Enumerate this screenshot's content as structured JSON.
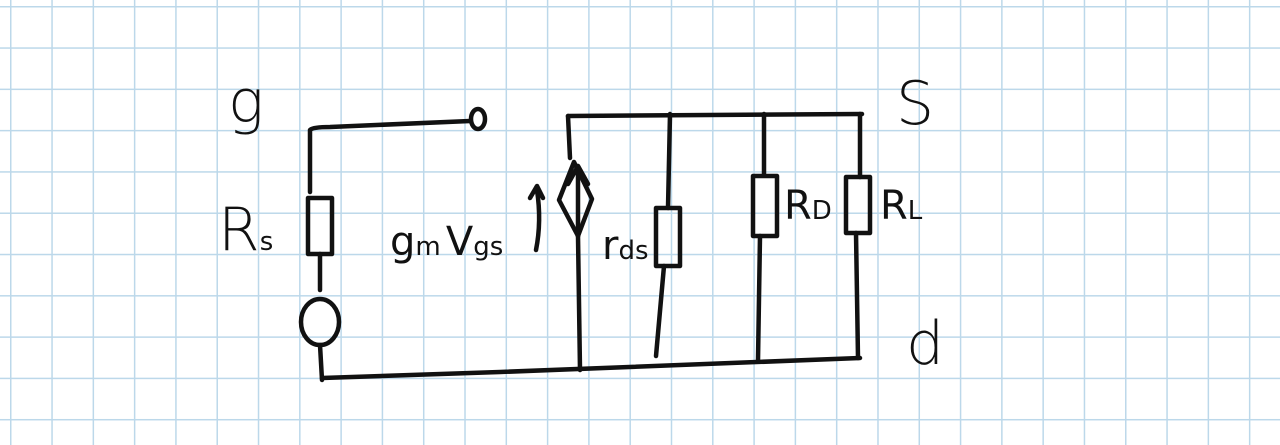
{
  "nodes": {
    "gate": "g",
    "source": "S",
    "drain": "d"
  },
  "components": {
    "source_resistor": {
      "symbol": "R",
      "subscript": "s"
    },
    "controlled_source": {
      "symbol": "g",
      "sub1": "m",
      "var": "V",
      "sub2": "gs"
    },
    "output_resistance": {
      "symbol": "r",
      "subscript": "ds"
    },
    "drain_resistor": {
      "symbol": "R",
      "subscript": "D"
    },
    "load_resistor": {
      "symbol": "R",
      "subscript": "L"
    }
  },
  "colors": {
    "ink": "#111111",
    "grid": "#bcd8ea",
    "paper": "#ffffff"
  }
}
